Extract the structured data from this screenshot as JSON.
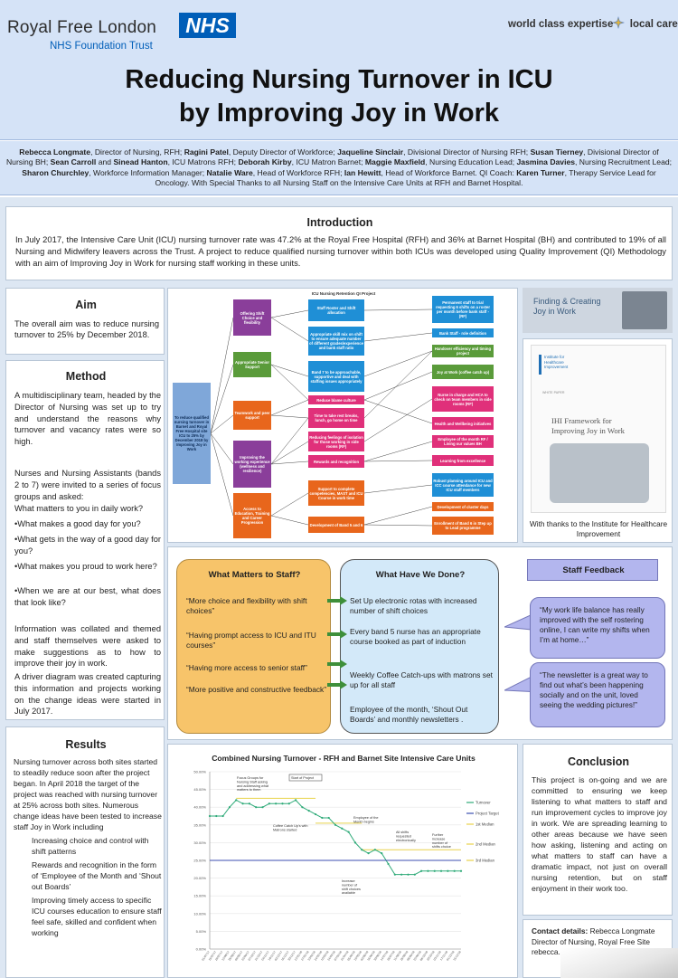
{
  "header": {
    "org_name": "Royal Free London",
    "nhs_logo": "NHS",
    "trust_name": "NHS Foundation Trust",
    "tagline": "world class expertise",
    "tagline_end": "local care",
    "title_line1": "Reducing Nursing Turnover in ICU",
    "title_line2": "by Improving Joy in Work"
  },
  "authors": [
    {
      "name": "Rebecca Longmate",
      "role": ", Director of Nursing, RFH; "
    },
    {
      "name": "Ragini Patel",
      "role": ", Deputy Director of Workforce; "
    },
    {
      "name": "Jaqueline Sinclair",
      "role": ", Divisional Director of Nursing RFH; "
    },
    {
      "name": "Susan Tierney",
      "role": ", Divisional Director of Nursing BH; "
    },
    {
      "name": "Sean Carroll",
      "role": " and "
    },
    {
      "name": "Sinead Hanton",
      "role": ", ICU Matrons RFH; "
    },
    {
      "name": "Deborah Kirby",
      "role": ", ICU Matron Barnet; "
    },
    {
      "name": "Maggie Maxfield",
      "role": ", Nursing Education Lead; "
    },
    {
      "name": "Jasmina Davies",
      "role": ", Nursing Recruitment Lead; "
    },
    {
      "name": "Sharon Churchley",
      "role": ", Workforce Information Manager; "
    },
    {
      "name": "Natalie Ware",
      "role": ", Head of Workforce RFH; "
    },
    {
      "name": "Ian Hewitt",
      "role": ", Head of Workforce Barnet. QI Coach: "
    },
    {
      "name": "Karen Turner",
      "role": ", Therapy Service Lead for Oncology. With Special Thanks to all Nursing Staff on the Intensive Care Units at RFH and Barnet Hospital."
    }
  ],
  "introduction": {
    "title": "Introduction",
    "text": "In July 2017, the Intensive Care Unit (ICU) nursing turnover rate was 47.2% at the Royal Free Hospital (RFH) and 36% at Barnet Hospital (BH) and contributed to 19% of all Nursing and Midwifery leavers across the Trust. A project to reduce qualified nursing turnover within both ICUs was developed using Quality Improvement (QI) Methodology with an aim of Improving Joy in Work for nursing staff working in these units."
  },
  "aim": {
    "title": "Aim",
    "text": "The overall aim was to reduce nursing turnover to 25% by December 2018."
  },
  "method": {
    "title": "Method",
    "p1": "A multidisciplinary team, headed by the Director of Nursing was set up to try and understand the reasons why turnover and vacancy rates were so high.",
    "p2": "Nurses and Nursing Assistants (bands 2 to 7) were invited to a series of focus groups and asked:",
    "q0": "What matters to you in daily work?",
    "q1": "•What makes a good day for you?",
    "q2": "•What gets in the way of a good day for you?",
    "q3": "•What makes you proud to work here?",
    "q4": "•When we are at our best, what does that look like?",
    "p3": "Information was collated and themed and staff themselves were asked to make suggestions as to how to improve their joy in work.",
    "p4": "A driver diagram was created capturing this information and projects working on the change ideas were started in July 2017."
  },
  "results": {
    "title": "Results",
    "p1": "Nursing turnover across both sites started to steadily reduce soon after the project began. In April 2018 the target of the project was reached with nursing turnover at 25% across both sites. Numerous change ideas have been tested to increase staff Joy in Work including",
    "b1": "Increasing choice and control with shift patterns",
    "b2": "Rewards and recognition in the form of ‘Employee of the Month and ‘Shout out Boards’",
    "b3": "Improving timely access to specific ICU courses education to ensure staff feel safe, skilled and confident when working"
  },
  "driver": {
    "title": "ICU Nursing Retention QI Project",
    "root": "To reduce qualified nursing turnover in Barnet and Royal Free Hospital site ICU to 25% by December 2018 by Improving Joy in Work",
    "primary": [
      "Offering Shift Choice and flexibility",
      "Appropriate Senior Support",
      "Teamwork and peer support",
      "Improving the working experience (wellness and resilience)",
      "Access to Education, Training and Career Progression"
    ],
    "secondary": [
      "Staff Roster and Shift allocation",
      "Appropriate skill mix on shift to ensure adequate number of different grades/experience and bank staff ratio",
      "Band 7 to be approachable, supportive and deal with staffing issues appropriately",
      "Reduce blame culture",
      "Time to take rest breaks, lunch, go home on time",
      "Reducing feelings of isolation for those working in side rooms (RF)",
      "Rewards and recognition",
      "Support to complete competencies, MAST and ICU Course in work time",
      "Development of Band 5 and 6"
    ],
    "ideas": [
      "Permanent staff to trial requesting 6 shifts on a roster per month before bank staff - (RF)",
      "Bank Staff - role definition",
      "Handover efficiency and timing project",
      "Joy at Work (coffee catch up)",
      "Nurse in charge and HCA to check on team members in side rooms (RF)",
      "Health and Wellbeing initiatives",
      "Employee of the month RF / Living our values BH",
      "Learning from excellence",
      "Robust planning around ICU and ICC course attendance for new ICU staff members",
      "Development of cluster days",
      "Enrollment of Band 6 in Step up to Lead programme"
    ]
  },
  "ihi": {
    "top_text_1": "Finding & Creating",
    "top_text_2": "Joy in Work",
    "logo_1": "Institute for",
    "logo_2": "Healthcare",
    "logo_3": "Improvement",
    "white_paper": "WHITE PAPER",
    "framework_1": "IHI Framework for",
    "framework_2": "Improving Joy in Work",
    "thanks": "With thanks to the Institute for Healthcare Improvement"
  },
  "matters": {
    "title": "What Matters to Staff?",
    "q1": "“More choice and flexibility with shift choices”",
    "q2": "“Having prompt access to ICU and ITU courses”",
    "q3": "“Having more access to senior staff”",
    "q4": "“More positive and constructive feedback”"
  },
  "done": {
    "title": "What Have We Done?",
    "a1": "Set Up electronic rotas with increased number of shift choices",
    "a2": "Every band 5 nurse has an appropriate course booked as part of induction",
    "a3": "Weekly Coffee Catch-ups with matrons set up for all staff",
    "a4": "Employee of the month, ‘Shout Out Boards’ and monthly newsletters ."
  },
  "feedback": {
    "title": "Staff Feedback",
    "f1": "“My work life balance has really improved with the self rostering online, I can write my shifts when I’m at home…”",
    "f2": "“The newsletter is a great way to find out what’s been happening socially and on the unit, loved seeing the wedding pictures!”"
  },
  "chart_data": {
    "type": "line",
    "title": "Combined Nursing Turnover - RFH and Barnet Site Intensive Care Units",
    "ylim": [
      0,
      50
    ],
    "y_ticks": [
      "0.00%",
      "5.00%",
      "10.00%",
      "15.00%",
      "20.00%",
      "25.00%",
      "30.00%",
      "35.00%",
      "40.00%",
      "45.00%",
      "50.00%"
    ],
    "x": [
      "01/07/17",
      "15/07/17",
      "29/07/17",
      "12/08/17",
      "26/08/17",
      "09/09/17",
      "23/09/17",
      "07/10/17",
      "21/10/17",
      "04/11/17",
      "18/11/17",
      "02/12/17",
      "16/12/17",
      "30/12/17",
      "13/01/18",
      "27/01/18",
      "10/02/18",
      "24/02/18",
      "10/03/18",
      "24/03/18",
      "07/04/18",
      "21/04/18",
      "05/05/18",
      "19/05/18",
      "02/06/18",
      "16/06/18",
      "30/06/18",
      "14/07/18",
      "28/07/18",
      "11/08/18",
      "25/08/18",
      "08/09/18",
      "22/09/18",
      "06/10/18",
      "20/10/18",
      "03/11/18",
      "17/11/18",
      "01/12/18",
      "15/12/18"
    ],
    "series": [
      {
        "name": "Turnover",
        "color": "#2eaa78",
        "values": [
          37.5,
          37.5,
          37.5,
          40,
          42,
          41,
          41,
          40,
          40,
          41,
          41,
          41,
          41,
          42,
          40,
          39,
          38,
          37,
          37,
          35,
          34,
          33,
          30,
          28,
          27,
          28,
          27,
          24,
          21,
          21,
          21,
          21,
          22,
          22,
          22,
          22,
          22,
          22,
          22
        ]
      },
      {
        "name": "Project Target",
        "color": "#3c4fb0",
        "values": [
          25,
          25,
          25,
          25,
          25,
          25,
          25,
          25,
          25,
          25,
          25,
          25,
          25,
          25,
          25,
          25,
          25,
          25,
          25,
          25,
          25,
          25,
          25,
          25,
          25,
          25,
          25,
          25,
          25,
          25,
          25,
          25,
          25,
          25,
          25,
          25,
          25,
          25,
          25
        ]
      },
      {
        "name": "1st Median",
        "color": "#e8d24a",
        "start": 4,
        "end": 16,
        "value": 42.5
      },
      {
        "name": "2nd Median",
        "color": "#e8d24a",
        "start": 16,
        "end": 23,
        "value": 35.5
      },
      {
        "name": "3rd Median",
        "color": "#e8d24a",
        "start": 23,
        "end": 38,
        "value": 28
      }
    ],
    "legend_labels": [
      "Turnover",
      "Project Target",
      "1st Median",
      "2nd Median",
      "3rd Median"
    ],
    "annotations": [
      "Focus Groups for Nursing Staff asking and addressing what matters to them",
      "Start of Project",
      "Coffee Catch Up's with Matrons started",
      "Employee of the Month begins",
      "All shifts requested electronically",
      "Further increase number of shifts choice",
      "Increase number of shift choices available"
    ],
    "grid": true,
    "legend_position": "right"
  },
  "conclusion": {
    "title": "Conclusion",
    "text": "This project is on-going and we are committed to ensuring we keep listening to what matters to staff and run improvement cycles to improve joy in work. We are spreading learning to other areas because we have seen how asking, listening and acting on what matters to staff can have a dramatic impact, not just on overall nursing retention, but on staff enjoyment in their work too."
  },
  "contact": {
    "label": "Contact details:",
    "name": "Rebecca Longmate",
    "role": "Director of Nursing, Royal Free Site",
    "email": "rebecca.l"
  },
  "colors": {
    "nhs_blue": "#005eb8",
    "header_band": "#d5e3f7",
    "matters_orange": "#f7c46a",
    "done_blue": "#d3e9f9",
    "feedback_purple": "#b3b6ee"
  }
}
